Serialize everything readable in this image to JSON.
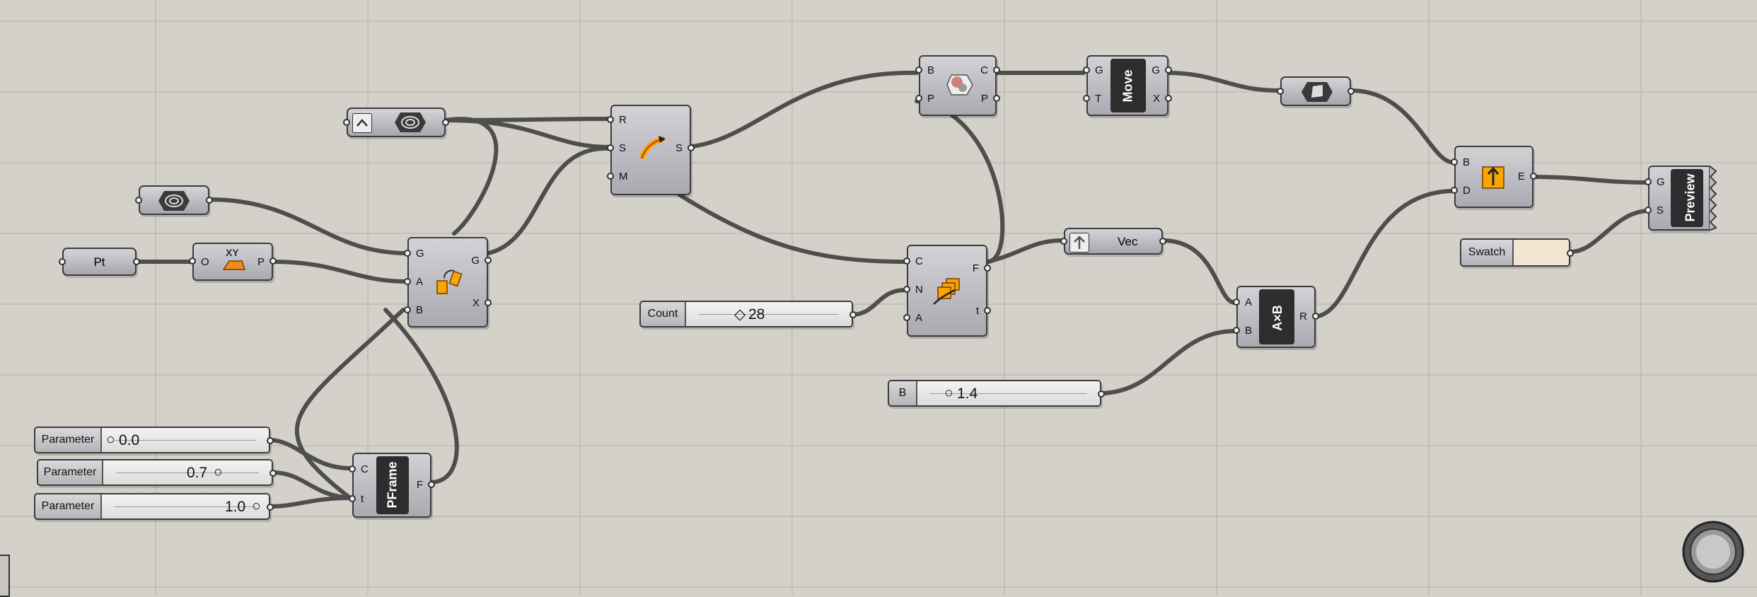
{
  "canvas": {
    "background": "#d4d1ca",
    "wire_color": "#4e4e4e"
  },
  "components": {
    "pt": {
      "label": "Pt"
    },
    "construct_plane": {
      "inputs": [
        "O"
      ],
      "outputs": [
        "P"
      ],
      "icon_text": "XY",
      "icon": "construct-plane-icon"
    },
    "polygon_container": {
      "icon": "bake-icon"
    },
    "curve_param": {
      "icon": "curve-param-icon"
    },
    "sweep": {
      "inputs": [
        "R",
        "S",
        "M"
      ],
      "outputs": [
        "S"
      ],
      "icon": "sweep-icon"
    },
    "rotate": {
      "inputs": [
        "G",
        "A",
        "B"
      ],
      "outputs": [
        "G",
        "X"
      ],
      "icon": "rotate-icon"
    },
    "brep_closest": {
      "inputs": [
        "B",
        "P"
      ],
      "outputs": [
        "C",
        "P"
      ],
      "icon": "brep-icon"
    },
    "move": {
      "inputs": [
        "G",
        "T"
      ],
      "outputs": [
        "G",
        "X"
      ],
      "label": "Move"
    },
    "geometry_param": {
      "icon": "geometry-icon"
    },
    "extrude": {
      "inputs": [
        "B",
        "D"
      ],
      "outputs": [
        "E"
      ],
      "icon": "extrude-icon"
    },
    "preview": {
      "inputs": [
        "G",
        "S"
      ],
      "label": "Preview"
    },
    "swatch": {
      "label": "Swatch",
      "color": "#f0e6d2"
    },
    "vec": {
      "label": "Vec",
      "icon": "vector-icon"
    },
    "multiply": {
      "inputs": [
        "A",
        "B"
      ],
      "outputs": [
        "R"
      ],
      "label": "A×B"
    },
    "array": {
      "inputs": [
        "C",
        "N",
        "A"
      ],
      "outputs": [
        "F",
        "t"
      ],
      "icon": "curve-array-icon"
    },
    "count_slider": {
      "label": "Count",
      "value": "28"
    },
    "b_slider": {
      "label": "B",
      "value": "1.4"
    },
    "pframe": {
      "inputs": [
        "C",
        "t"
      ],
      "outputs": [
        "F"
      ],
      "label": "PFrame"
    },
    "param1": {
      "label": "Parameter",
      "value": "0.0"
    },
    "param2": {
      "label": "Parameter",
      "value": "0.7"
    },
    "param3": {
      "label": "Parameter",
      "value": "1.0"
    }
  },
  "navigator": {
    "icon": "canvas-navigator-icon"
  }
}
